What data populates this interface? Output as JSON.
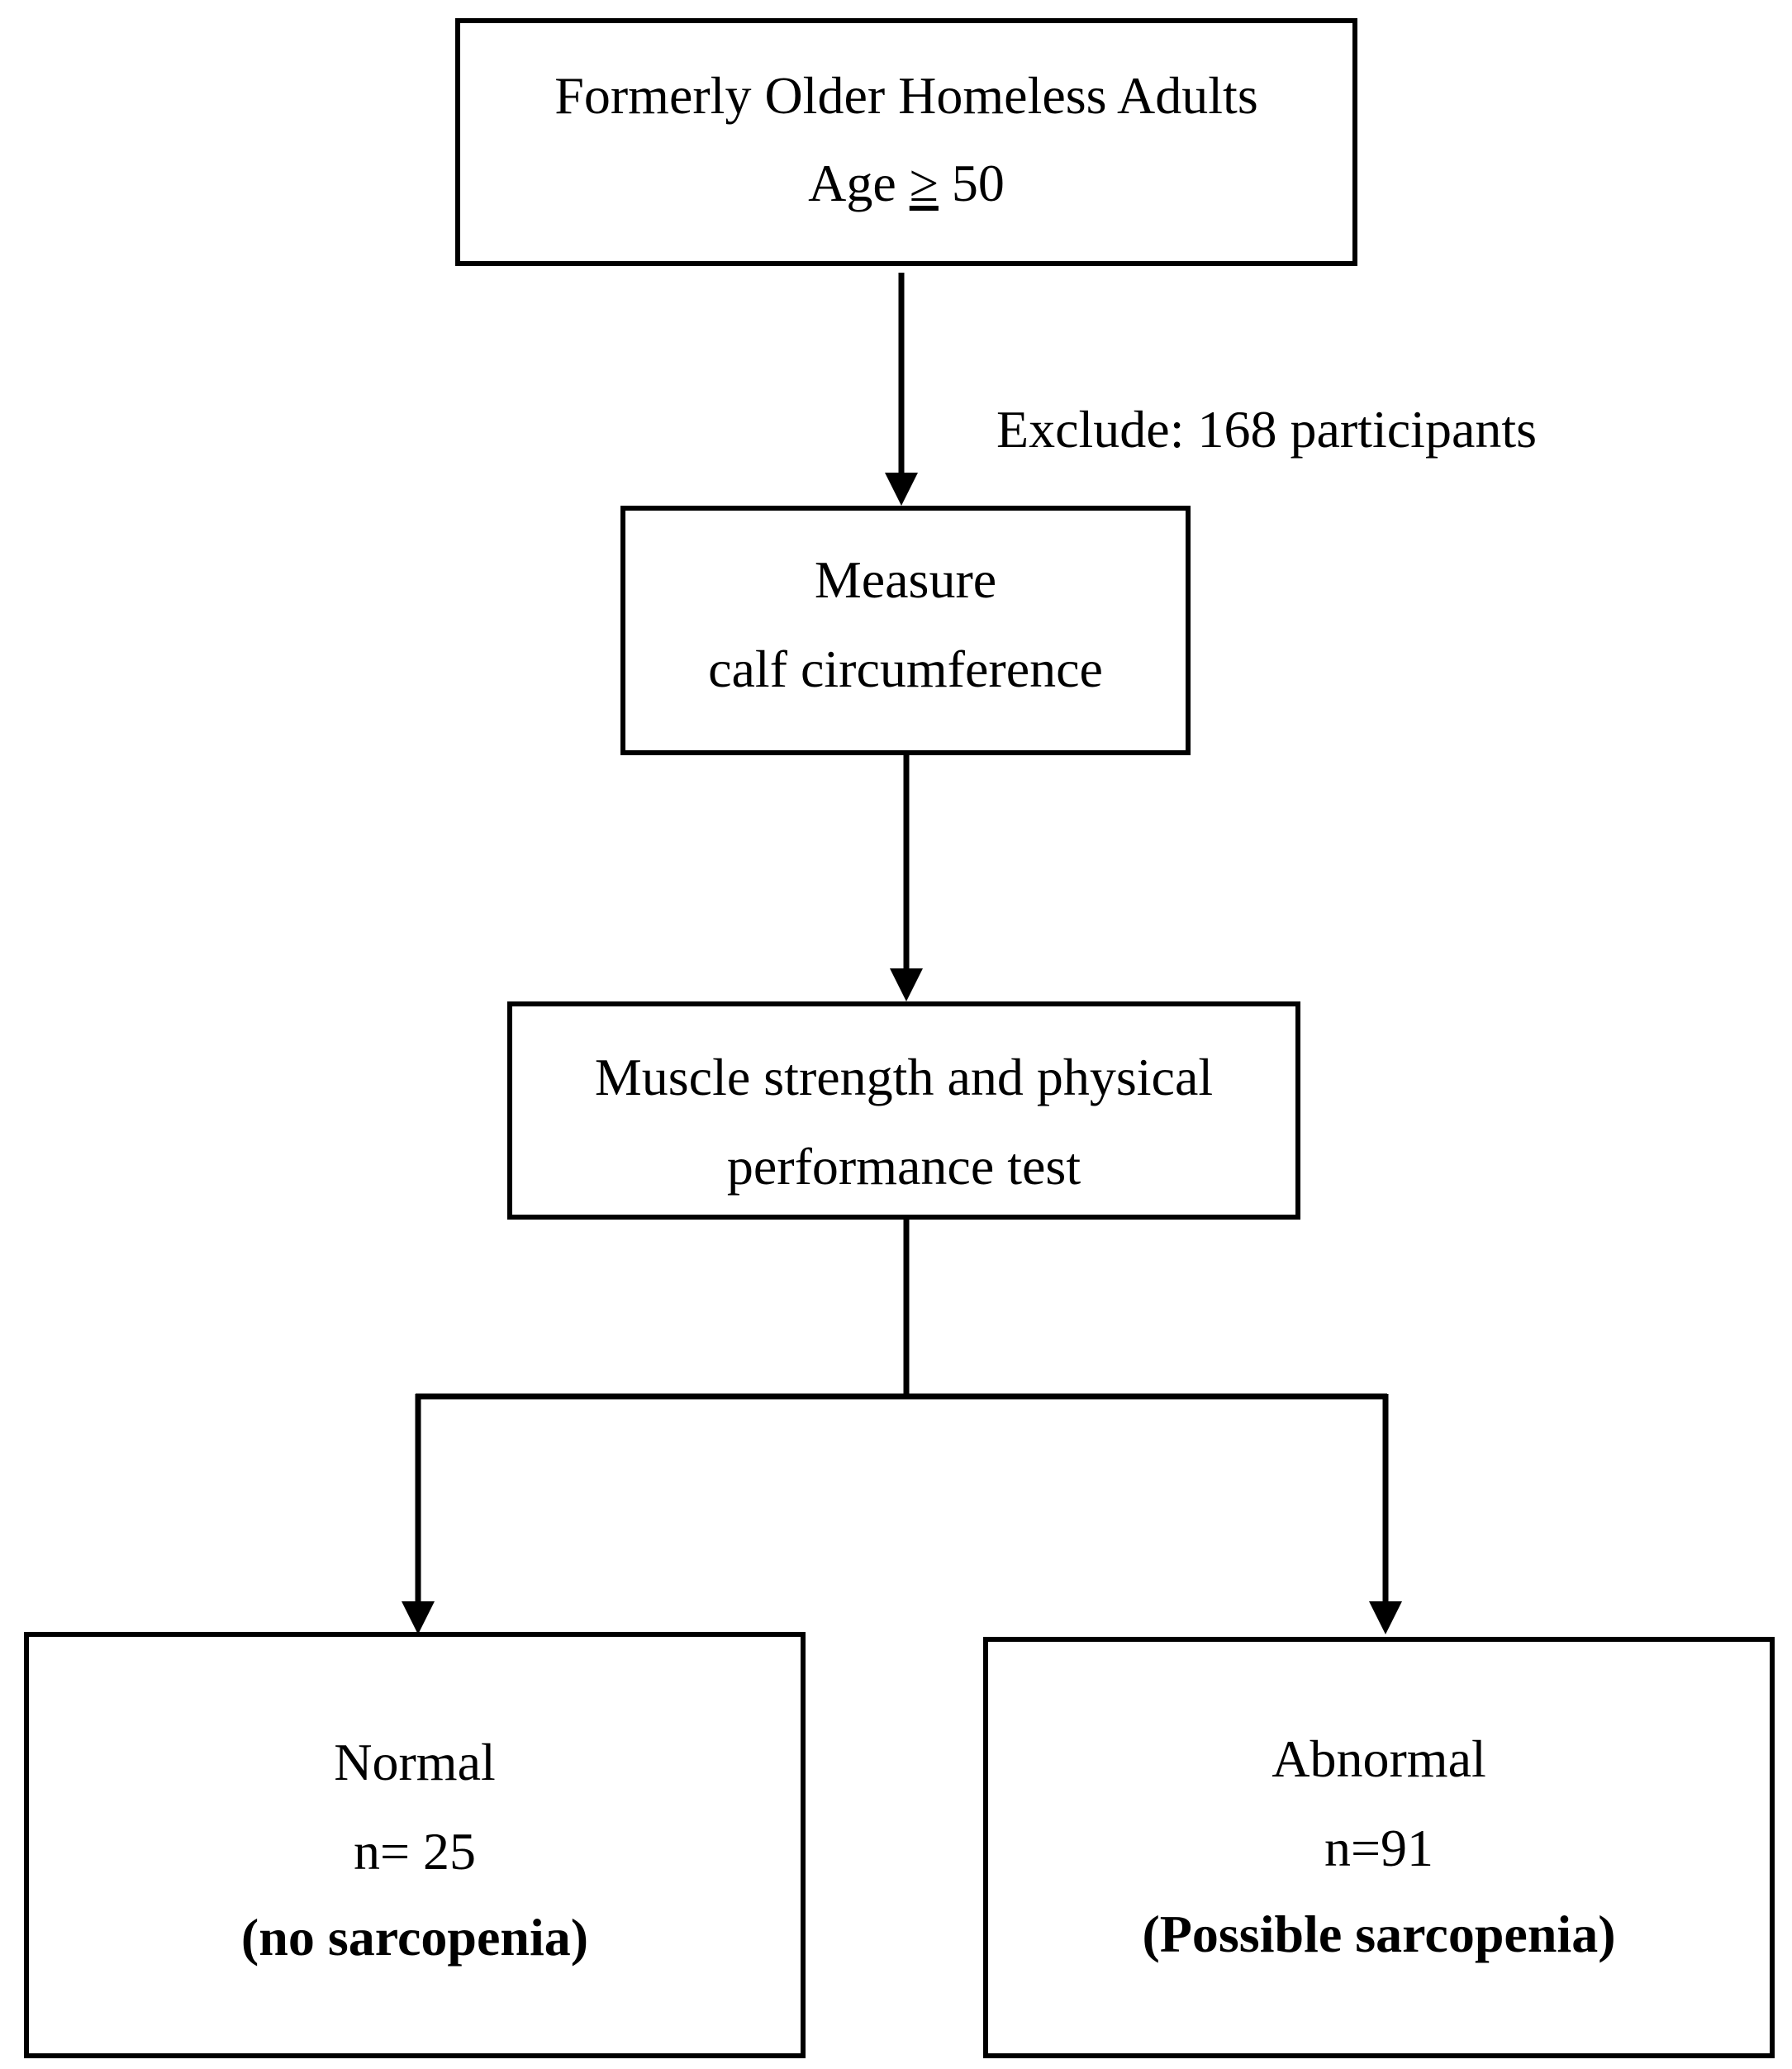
{
  "nodes": {
    "start": {
      "line1": "Formerly Older Homeless Adults",
      "line2_prefix": "Age ",
      "line2_symbol": "≥",
      "line2_suffix": " 50"
    },
    "measure": {
      "line1": "Measure",
      "line2": "calf circumference"
    },
    "test": {
      "line1": "Muscle strength and physical",
      "line2": "performance test"
    },
    "normal": {
      "line1": "Normal",
      "line2": "n= 25",
      "line3": "(no sarcopenia)"
    },
    "abnormal": {
      "line1": "Abnormal",
      "line2": "n=91",
      "line3": "(Possible sarcopenia)"
    }
  },
  "edge_labels": {
    "exclude": "Exclude: 168 participants"
  }
}
